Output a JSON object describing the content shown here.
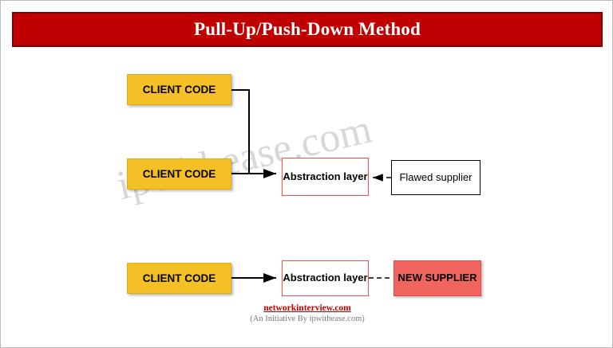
{
  "title": {
    "text": "Pull-Up/Push-Down Method"
  },
  "watermark": {
    "text": "ipwithease.com"
  },
  "diagram": {
    "rows": [
      {
        "client_label": "CLIENT CODE"
      },
      {
        "client_label": "CLIENT CODE",
        "abstraction_label": "Abstraction layer",
        "supplier_label": "Flawed supplier"
      },
      {
        "client_label": "CLIENT CODE",
        "abstraction_label": "Abstraction layer",
        "supplier_label": "NEW SUPPLIER"
      }
    ]
  },
  "footer": {
    "brand": "networkinterview.com",
    "subtitle": "(An Initiative By ipwithease.com)"
  },
  "colors": {
    "title_bg": "#c00000",
    "client_box": "#f5c026",
    "abstraction_border": "#ff4b4b",
    "new_supplier_bg": "#f2655f",
    "brand_text": "#c00000"
  }
}
